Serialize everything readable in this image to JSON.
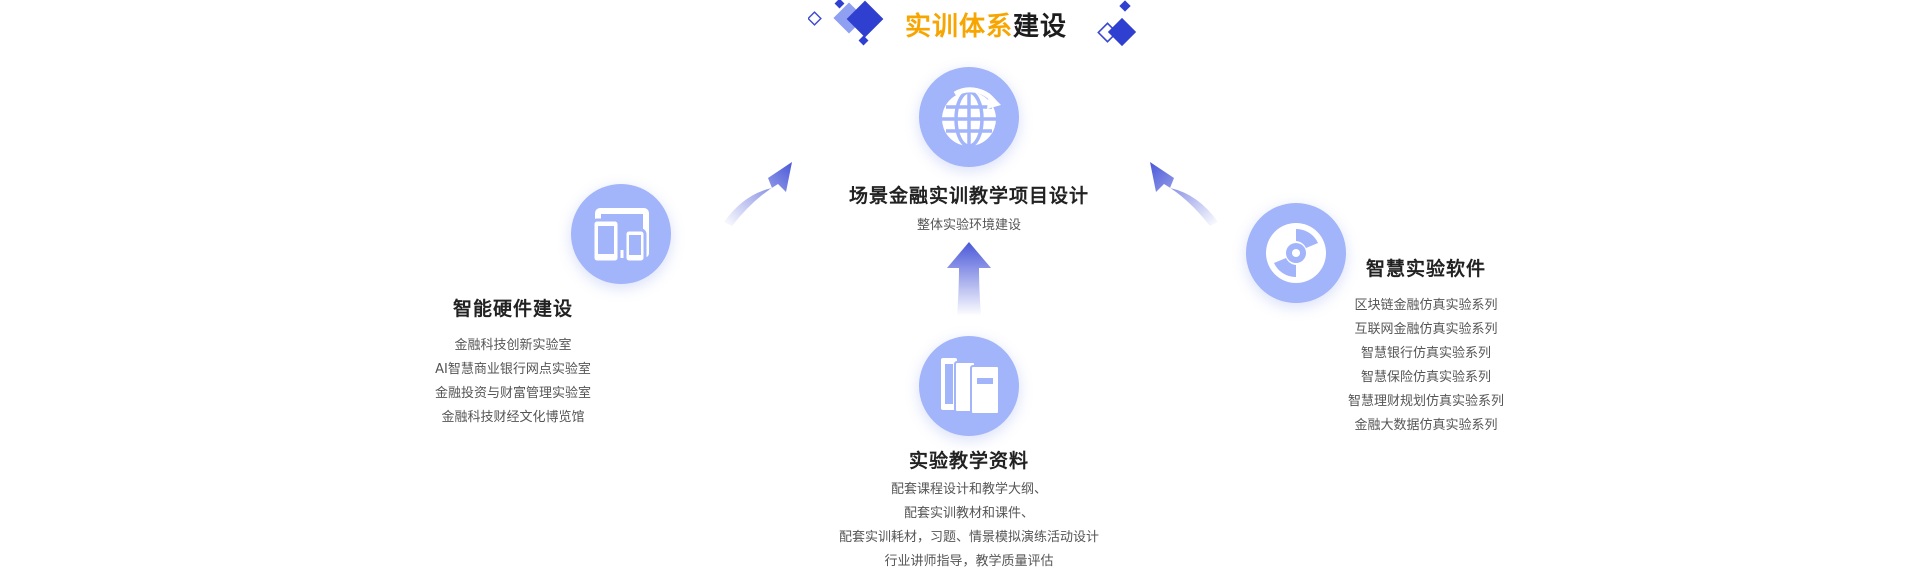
{
  "title": {
    "part1": "实训体系",
    "part2": "建设"
  },
  "colors": {
    "accent_orange": "#f7a500",
    "circle_fill": "#a2b4fa",
    "deco_blue": "#3a4bd1",
    "arrow_blue": "#4a58d8"
  },
  "center": {
    "icon": "globe-icon",
    "heading": "场景金融实训教学项目设计",
    "sub": "整体实验环境建设"
  },
  "left": {
    "icon": "devices-icon",
    "heading": "智能硬件建设",
    "items": [
      "金融科技创新实验室",
      "AI智慧商业银行网点实验室",
      "金融投资与财富管理实验室",
      "金融科技财经文化博览馆"
    ]
  },
  "right": {
    "icon": "disc-icon",
    "heading": "智慧实验软件",
    "items": [
      "区块链金融仿真实验系列",
      "互联网金融仿真实验系列",
      "智慧银行仿真实验系列",
      "智慧保险仿真实验系列",
      "智慧理财规划仿真实验系列",
      "金融大数据仿真实验系列"
    ]
  },
  "bottom": {
    "icon": "books-icon",
    "heading": "实验教学资料",
    "items": [
      "配套课程设计和教学大纲、",
      "配套实训教材和课件、",
      "配套实训耗材，习题、情景模拟演练活动设计",
      "行业讲师指导，教学质量评估"
    ]
  }
}
